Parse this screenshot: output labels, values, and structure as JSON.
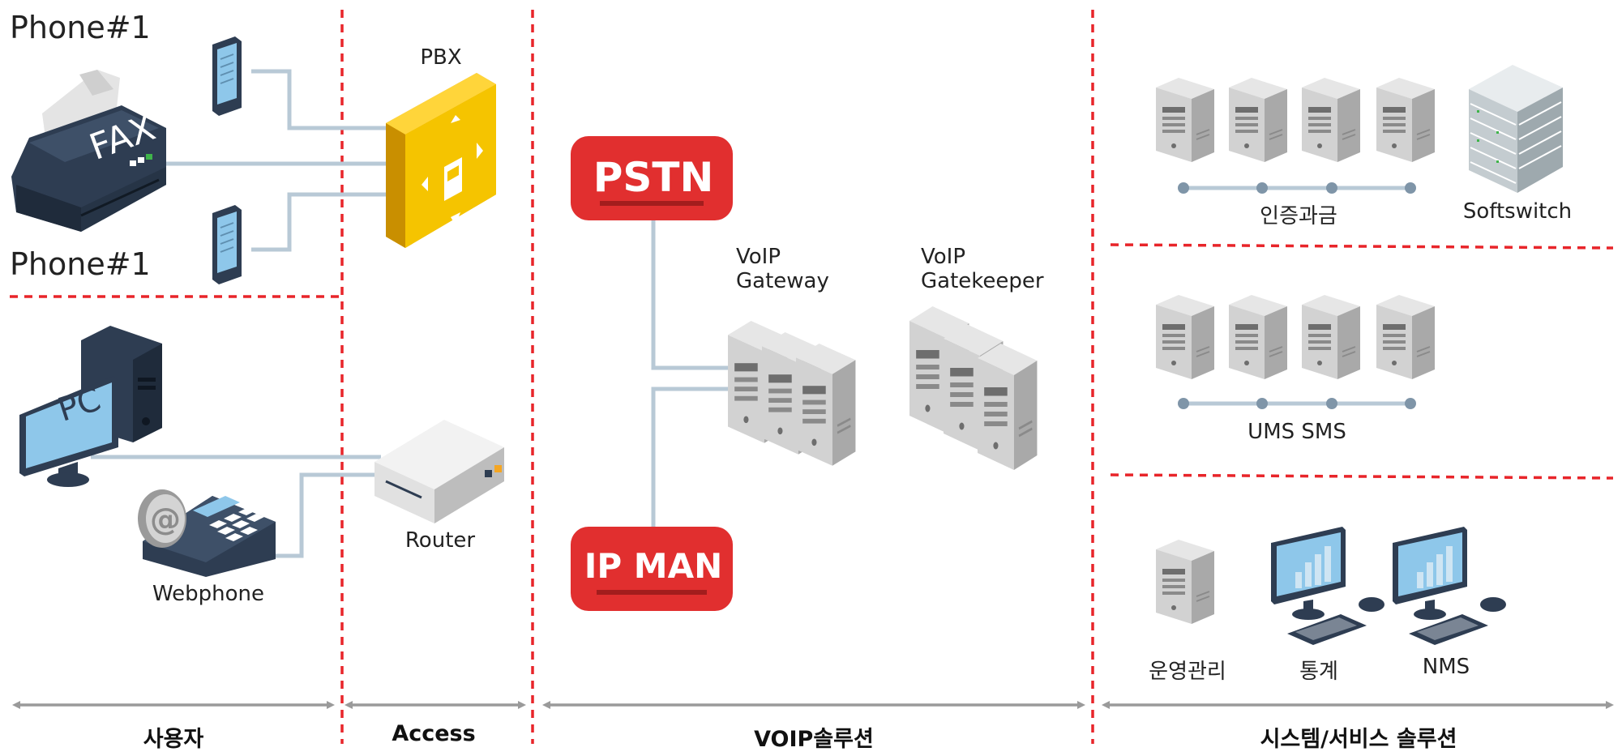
{
  "phone_top_label": "Phone#1",
  "phone_bottom_label": "Phone#1",
  "fax_label": "FAX",
  "pbx_label": "PBX",
  "pc_label": "PC",
  "webphone_label": "Webphone",
  "router_label": "Router",
  "pstn_label": "PSTN",
  "ipman_label": "IP MAN",
  "voip_gateway_label_1": "VoIP",
  "voip_gateway_label_2": "Gateway",
  "voip_gatekeeper_label_1": "VoIP",
  "voip_gatekeeper_label_2": "Gatekeeper",
  "auth_billing_label": "인증과금",
  "softswitch_label": "Softswitch",
  "ums_sms_label": "UMS SMS",
  "ops_mgmt_label": "운영관리",
  "stats_label": "통계",
  "nms_label": "NMS",
  "sections": [
    "사용자",
    "Access",
    "VOIP솔루션",
    "시스템/서비스 솔루션"
  ],
  "colors": {
    "divider": "#e8252a",
    "connector": "#b8c9d6",
    "arrow": "#9a9a9a",
    "badge": "#e12f2f",
    "pbx": "#f5c400",
    "device_dark": "#2e3d52",
    "screen": "#8ec7ea"
  }
}
